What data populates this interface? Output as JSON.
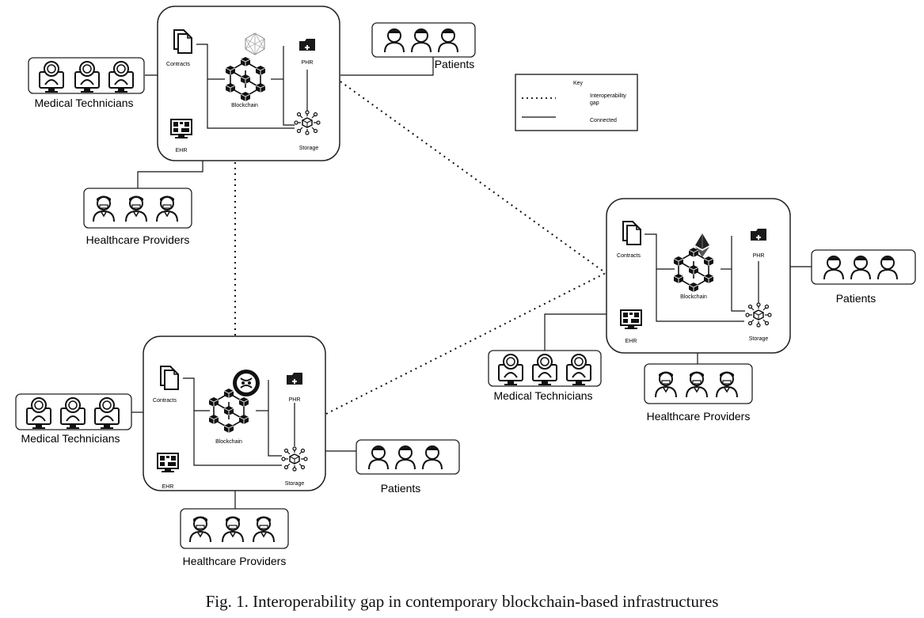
{
  "caption": "Fig. 1.  Interoperability gap in contemporary blockchain-based infrastructures",
  "key": {
    "title": "Key",
    "items": [
      {
        "label": "Interoperability gap",
        "style": "dotted"
      },
      {
        "label": "Connected",
        "style": "solid"
      }
    ]
  },
  "clusters": [
    {
      "name": "top-left",
      "platform_icon": "hyperledger-icon",
      "labels": {
        "contracts": "Contracts",
        "blockchain": "Blockchain",
        "phr": "PHR",
        "ehr": "EHR",
        "storage": "Storage"
      },
      "groups": {
        "medical": "Medical Technicians",
        "providers": "Healthcare Providers",
        "patients": "Patients"
      }
    },
    {
      "name": "right",
      "platform_icon": "ethereum-icon",
      "labels": {
        "contracts": "Contracts",
        "blockchain": "Blockchain",
        "phr": "PHR",
        "ehr": "EHR",
        "storage": "Storage"
      },
      "groups": {
        "medical": "Medical Technicians",
        "providers": "Healthcare Providers",
        "patients": "Patients"
      }
    },
    {
      "name": "bottom-left",
      "platform_icon": "ripple-icon",
      "labels": {
        "contracts": "Contracts",
        "blockchain": "Blockchain",
        "phr": "PHR",
        "ehr": "EHR",
        "storage": "Storage"
      },
      "groups": {
        "medical": "Medical Technicians",
        "providers": "Healthcare Providers",
        "patients": "Patients"
      }
    }
  ],
  "colors": {
    "line": "#111111",
    "box_border": "#222222",
    "background": "#ffffff"
  }
}
